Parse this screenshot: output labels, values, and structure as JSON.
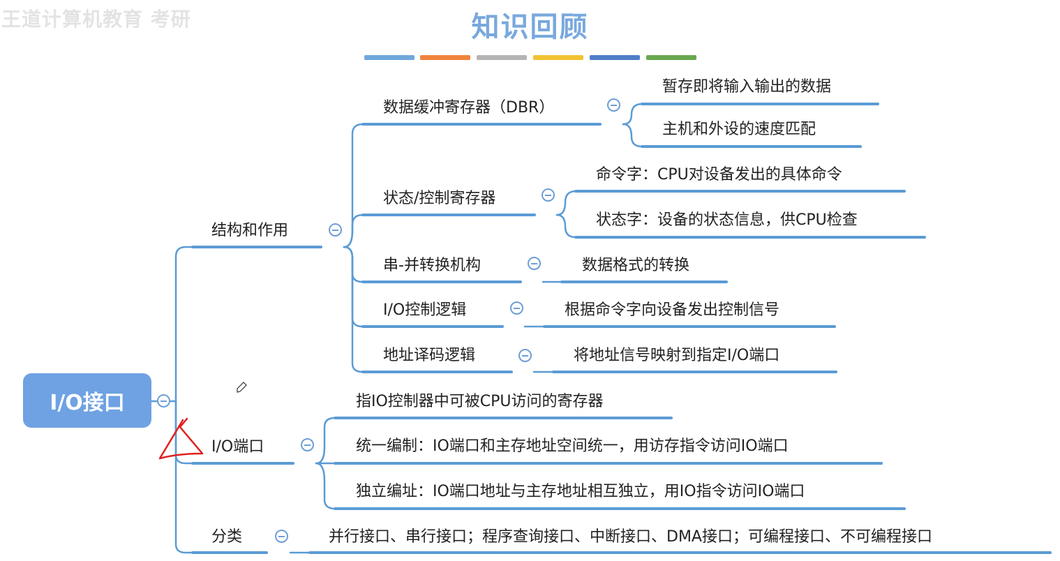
{
  "header": {
    "watermark": "王道计算机教育 考研",
    "title": "知识回顾",
    "color_bar": [
      "#6fa8dc",
      "#f0843b",
      "#b4b4b4",
      "#f1c232",
      "#4f7dc8",
      "#6aa84f"
    ]
  },
  "colors": {
    "accent": "#6ea2e3",
    "line": "#5b9bd5",
    "underline": "#5b9bd5",
    "annotation": "#e02020"
  },
  "map": {
    "root": "I/O接口",
    "branches": [
      {
        "label": "结构和作用",
        "children": [
          {
            "label": "数据缓冲寄存器（DBR）",
            "leaves": [
              "暂存即将输入输出的数据",
              "主机和外设的速度匹配"
            ]
          },
          {
            "label": "状态/控制寄存器",
            "leaves": [
              "命令字：CPU对设备发出的具体命令",
              "状态字：设备的状态信息，供CPU检查"
            ]
          },
          {
            "label": "串-并转换机构",
            "leaves": [
              "数据格式的转换"
            ]
          },
          {
            "label": "I/O控制逻辑",
            "leaves": [
              "根据命令字向设备发出控制信号"
            ]
          },
          {
            "label": "地址译码逻辑",
            "leaves": [
              "将地址信号映射到指定I/O端口"
            ]
          }
        ]
      },
      {
        "label": "I/O端口",
        "children": [
          {
            "label": "指IO控制器中可被CPU访问的寄存器"
          },
          {
            "label": "统一编制：IO端口和主存地址空间统一，用访存指令访问IO端口"
          },
          {
            "label": "独立编址：IO端口地址与主存地址相互独立，用IO指令访问IO端口"
          }
        ]
      },
      {
        "label": "分类",
        "children": [
          {
            "label": "并行接口、串行接口；程序查询接口、中断接口、DMA接口；可编程接口、不可编程接口"
          }
        ]
      }
    ]
  }
}
